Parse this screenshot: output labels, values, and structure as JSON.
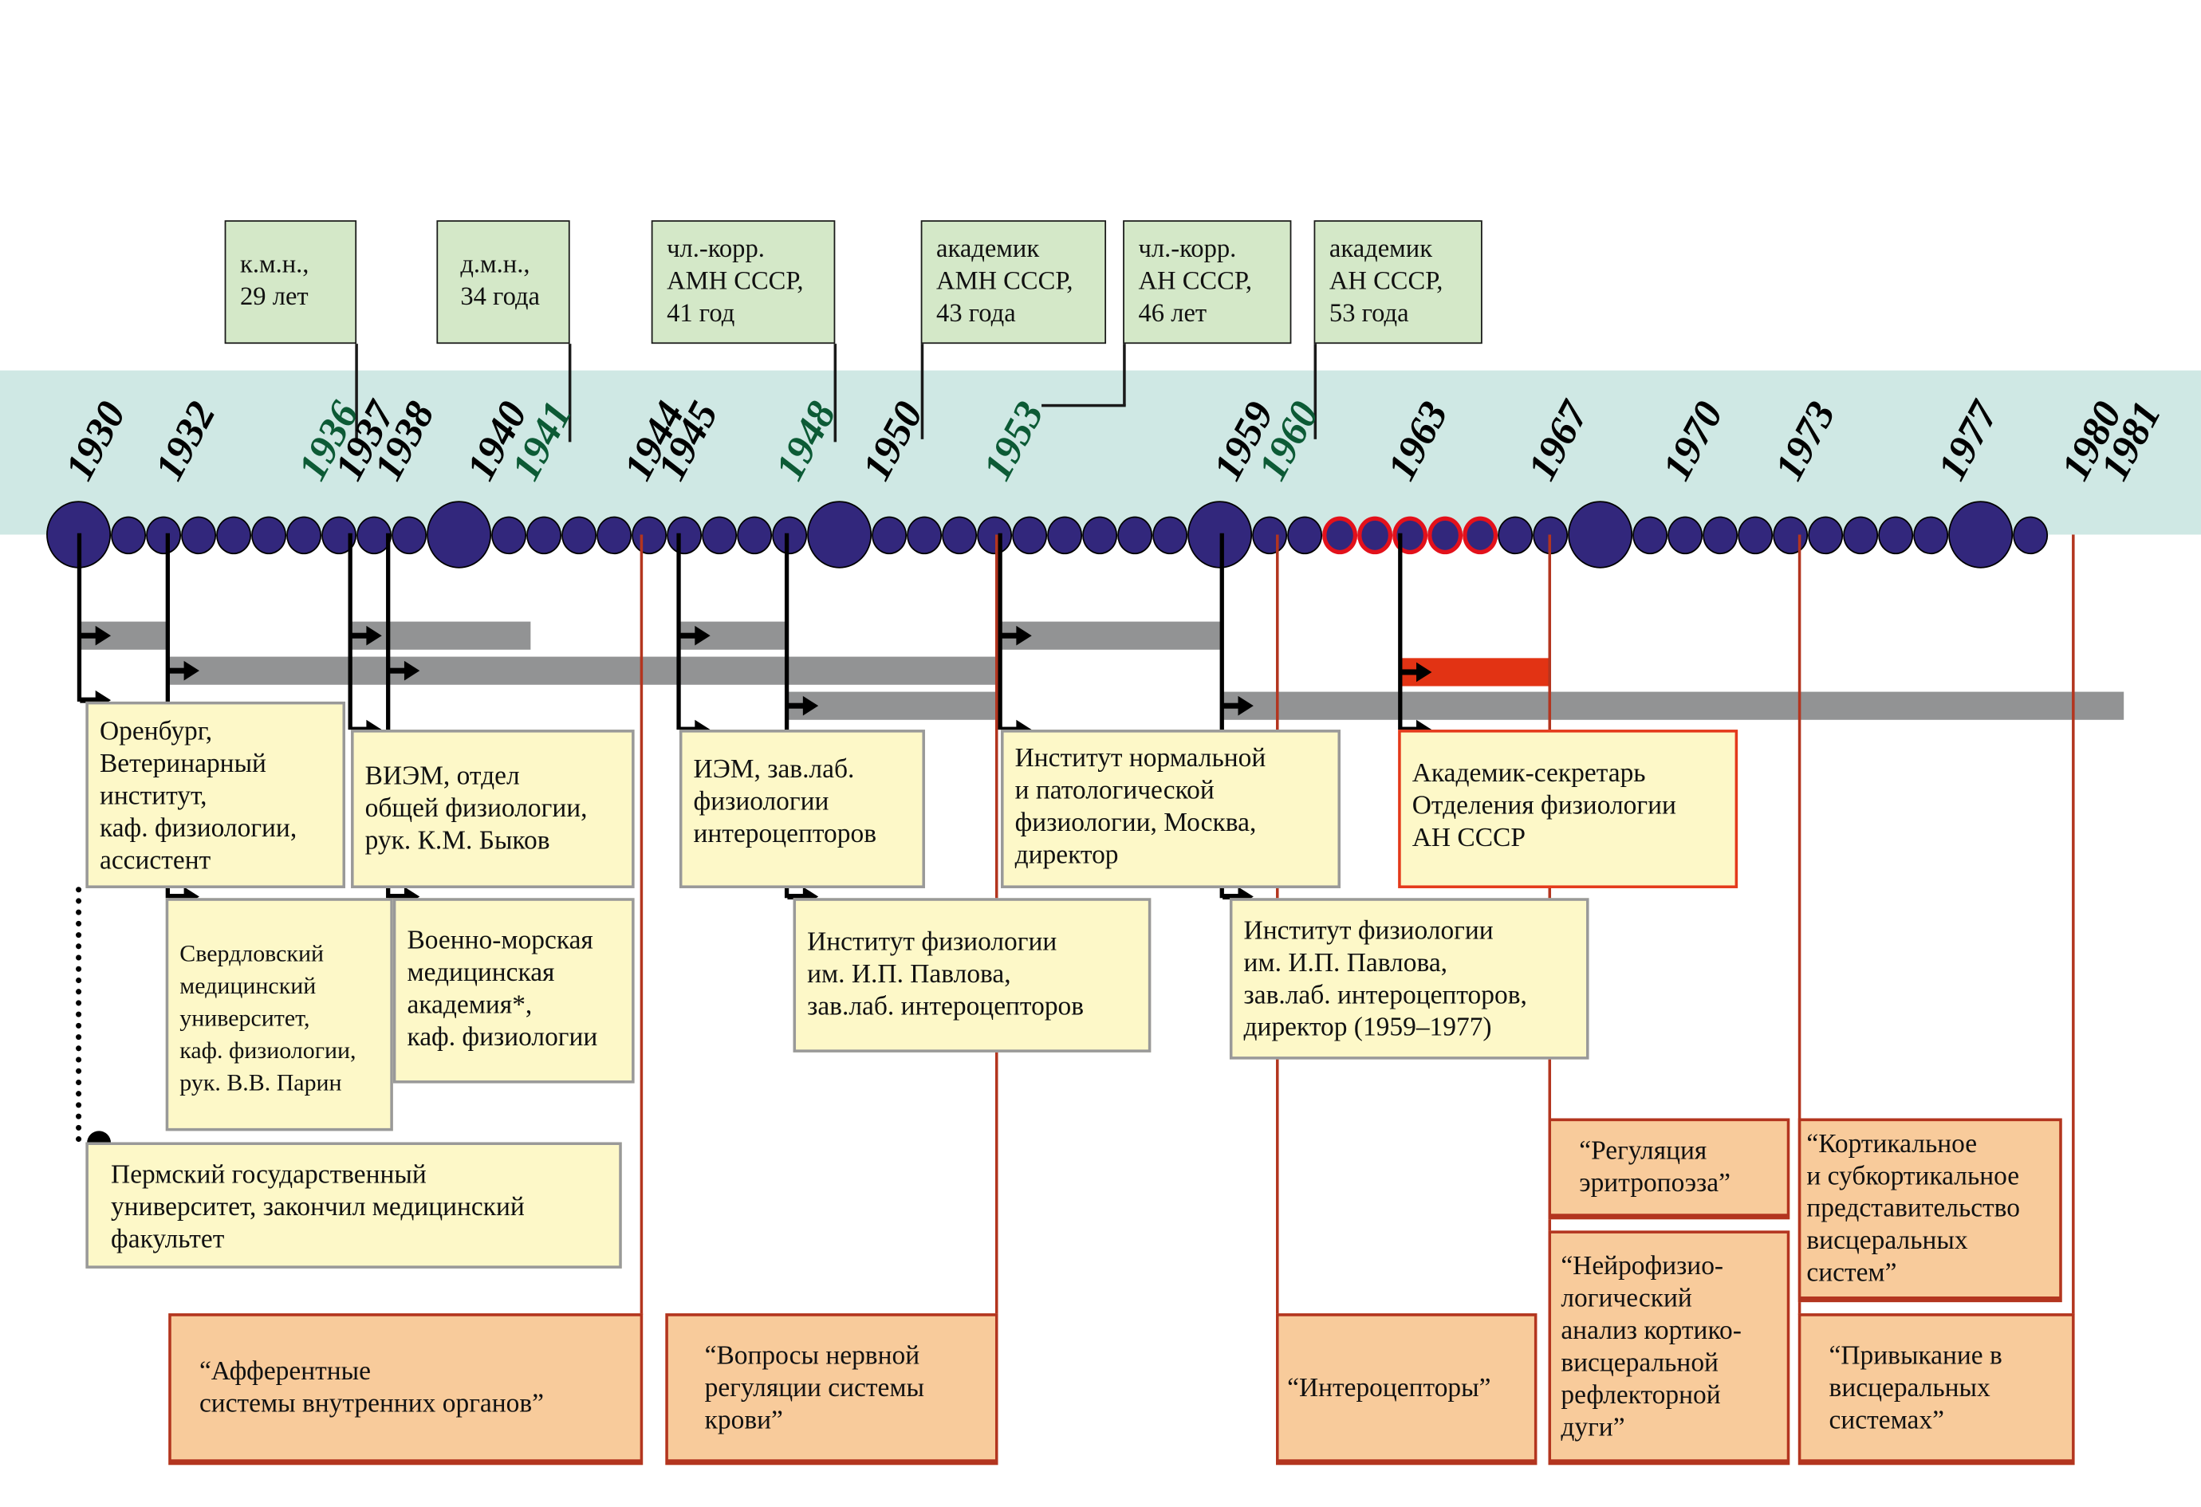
{
  "degrees": [
    {
      "text": "к.м.н.,\n29 лет",
      "year": "1936"
    },
    {
      "text": "д.м.н.,\n34 года",
      "year": "1941"
    },
    {
      "text": "чл.-корр.\nАМН СССР,\n41 год",
      "year": "1948"
    },
    {
      "text": "академик\nАМН СССР,\n43 года",
      "year": "1950"
    },
    {
      "text": "чл.-корр.\nАН СССР,\n46 лет",
      "year": "1953"
    },
    {
      "text": "академик\nАН СССР,\n53 года",
      "year": "1960"
    }
  ],
  "years": [
    {
      "label": "1930",
      "highlight": false
    },
    {
      "label": "1932",
      "highlight": false
    },
    {
      "label": "1936",
      "highlight": true
    },
    {
      "label": "1937",
      "highlight": false
    },
    {
      "label": "1938",
      "highlight": false
    },
    {
      "label": "1940",
      "highlight": false
    },
    {
      "label": "1941",
      "highlight": true
    },
    {
      "label": "1944",
      "highlight": false
    },
    {
      "label": "1945",
      "highlight": false
    },
    {
      "label": "1948",
      "highlight": true
    },
    {
      "label": "1950",
      "highlight": false
    },
    {
      "label": "1953",
      "highlight": true
    },
    {
      "label": "1959",
      "highlight": false
    },
    {
      "label": "1960",
      "highlight": true
    },
    {
      "label": "1963",
      "highlight": false
    },
    {
      "label": "1967",
      "highlight": false
    },
    {
      "label": "1970",
      "highlight": false
    },
    {
      "label": "1973",
      "highlight": false
    },
    {
      "label": "1977",
      "highlight": false
    },
    {
      "label": "1980",
      "highlight": false
    },
    {
      "label": "1981",
      "highlight": false
    }
  ],
  "timeline": {
    "start_year": 1930,
    "end_year": 1981,
    "decade_years": [
      1930,
      1940,
      1950,
      1960,
      1970,
      1980
    ],
    "highlighted_range": [
      1963,
      1967
    ]
  },
  "positions": [
    {
      "text": "Оренбург,\nВетеринарный\nинститут,\nкаф. физиологии,\nассистент",
      "years": "1930–1932"
    },
    {
      "text": "Свердловский\nмедицинский\nуниверситет,\nкаф. физиологии,\nрук. В.В. Парин",
      "years": "1932–1937"
    },
    {
      "text": "ВИЭМ, отдел\nобщей физиологии,\nрук. К.М. Быков",
      "years": "1937–1941"
    },
    {
      "text": "Военно-морская\nмедицинская\nакадемия*,\nкаф. физиологии",
      "years": "1938–1953"
    },
    {
      "text": "ИЭМ, зав.лаб.\nфизиологии\nинтероцепторов",
      "years": "1945–1948"
    },
    {
      "text": "Институт физиологии\nим. И.П. Павлова,\nзав.лаб. интероцепторов",
      "years": "1948–1953"
    },
    {
      "text": "Институт нормальной\nи патологической\nфизиологии, Москва,\nдиректор",
      "years": "1953–1959"
    },
    {
      "text": "Институт физиологии\nим. И.П. Павлова,\nзав.лаб. интероцепторов,\nдиректор (1959–1977)",
      "years": "1959–1981"
    },
    {
      "text": "Академик-секретарь\nОтделения физиологии\nАН СССР",
      "years": "1963–1967"
    },
    {
      "text": "Пермский государственный\nуниверситет, закончил медицинский\nфакультет",
      "years": "до 1930"
    }
  ],
  "books": [
    {
      "text": "“Афферентные\nсистемы внутренних органов”",
      "year": "1944"
    },
    {
      "text": "“Вопросы нервной\nрегуляции системы\nкрови”",
      "year": "1953"
    },
    {
      "text": "“Интероцепторы”",
      "year": "1960"
    },
    {
      "text": "“Регуляция\nэритропоэза”",
      "year": "1967"
    },
    {
      "text": "“Нейрофизио-\nлогический\nанализ кортико-\nвисцеральной\nрефлекторной\nдуги”",
      "year": "1967"
    },
    {
      "text": "“Кортикальное\nи субкортикальное\nпредставительство\nвисцеральных\nсистем”",
      "year": "1973"
    },
    {
      "text": "“Привыкание в\nвисцеральных\nсистемах”",
      "year": "1980"
    }
  ],
  "colors": {
    "band": "#cfe8e4",
    "bead": "#32277c",
    "bead_highlight_ring": "#e3111b",
    "year_highlight": "#0c5a35",
    "degree_box": "#d4e8c8",
    "position_box": "#fdf8c8",
    "book_box": "#f8cb9b",
    "book_border": "#b3351f",
    "bar": "#929394",
    "bar_highlight": "#e23314"
  }
}
